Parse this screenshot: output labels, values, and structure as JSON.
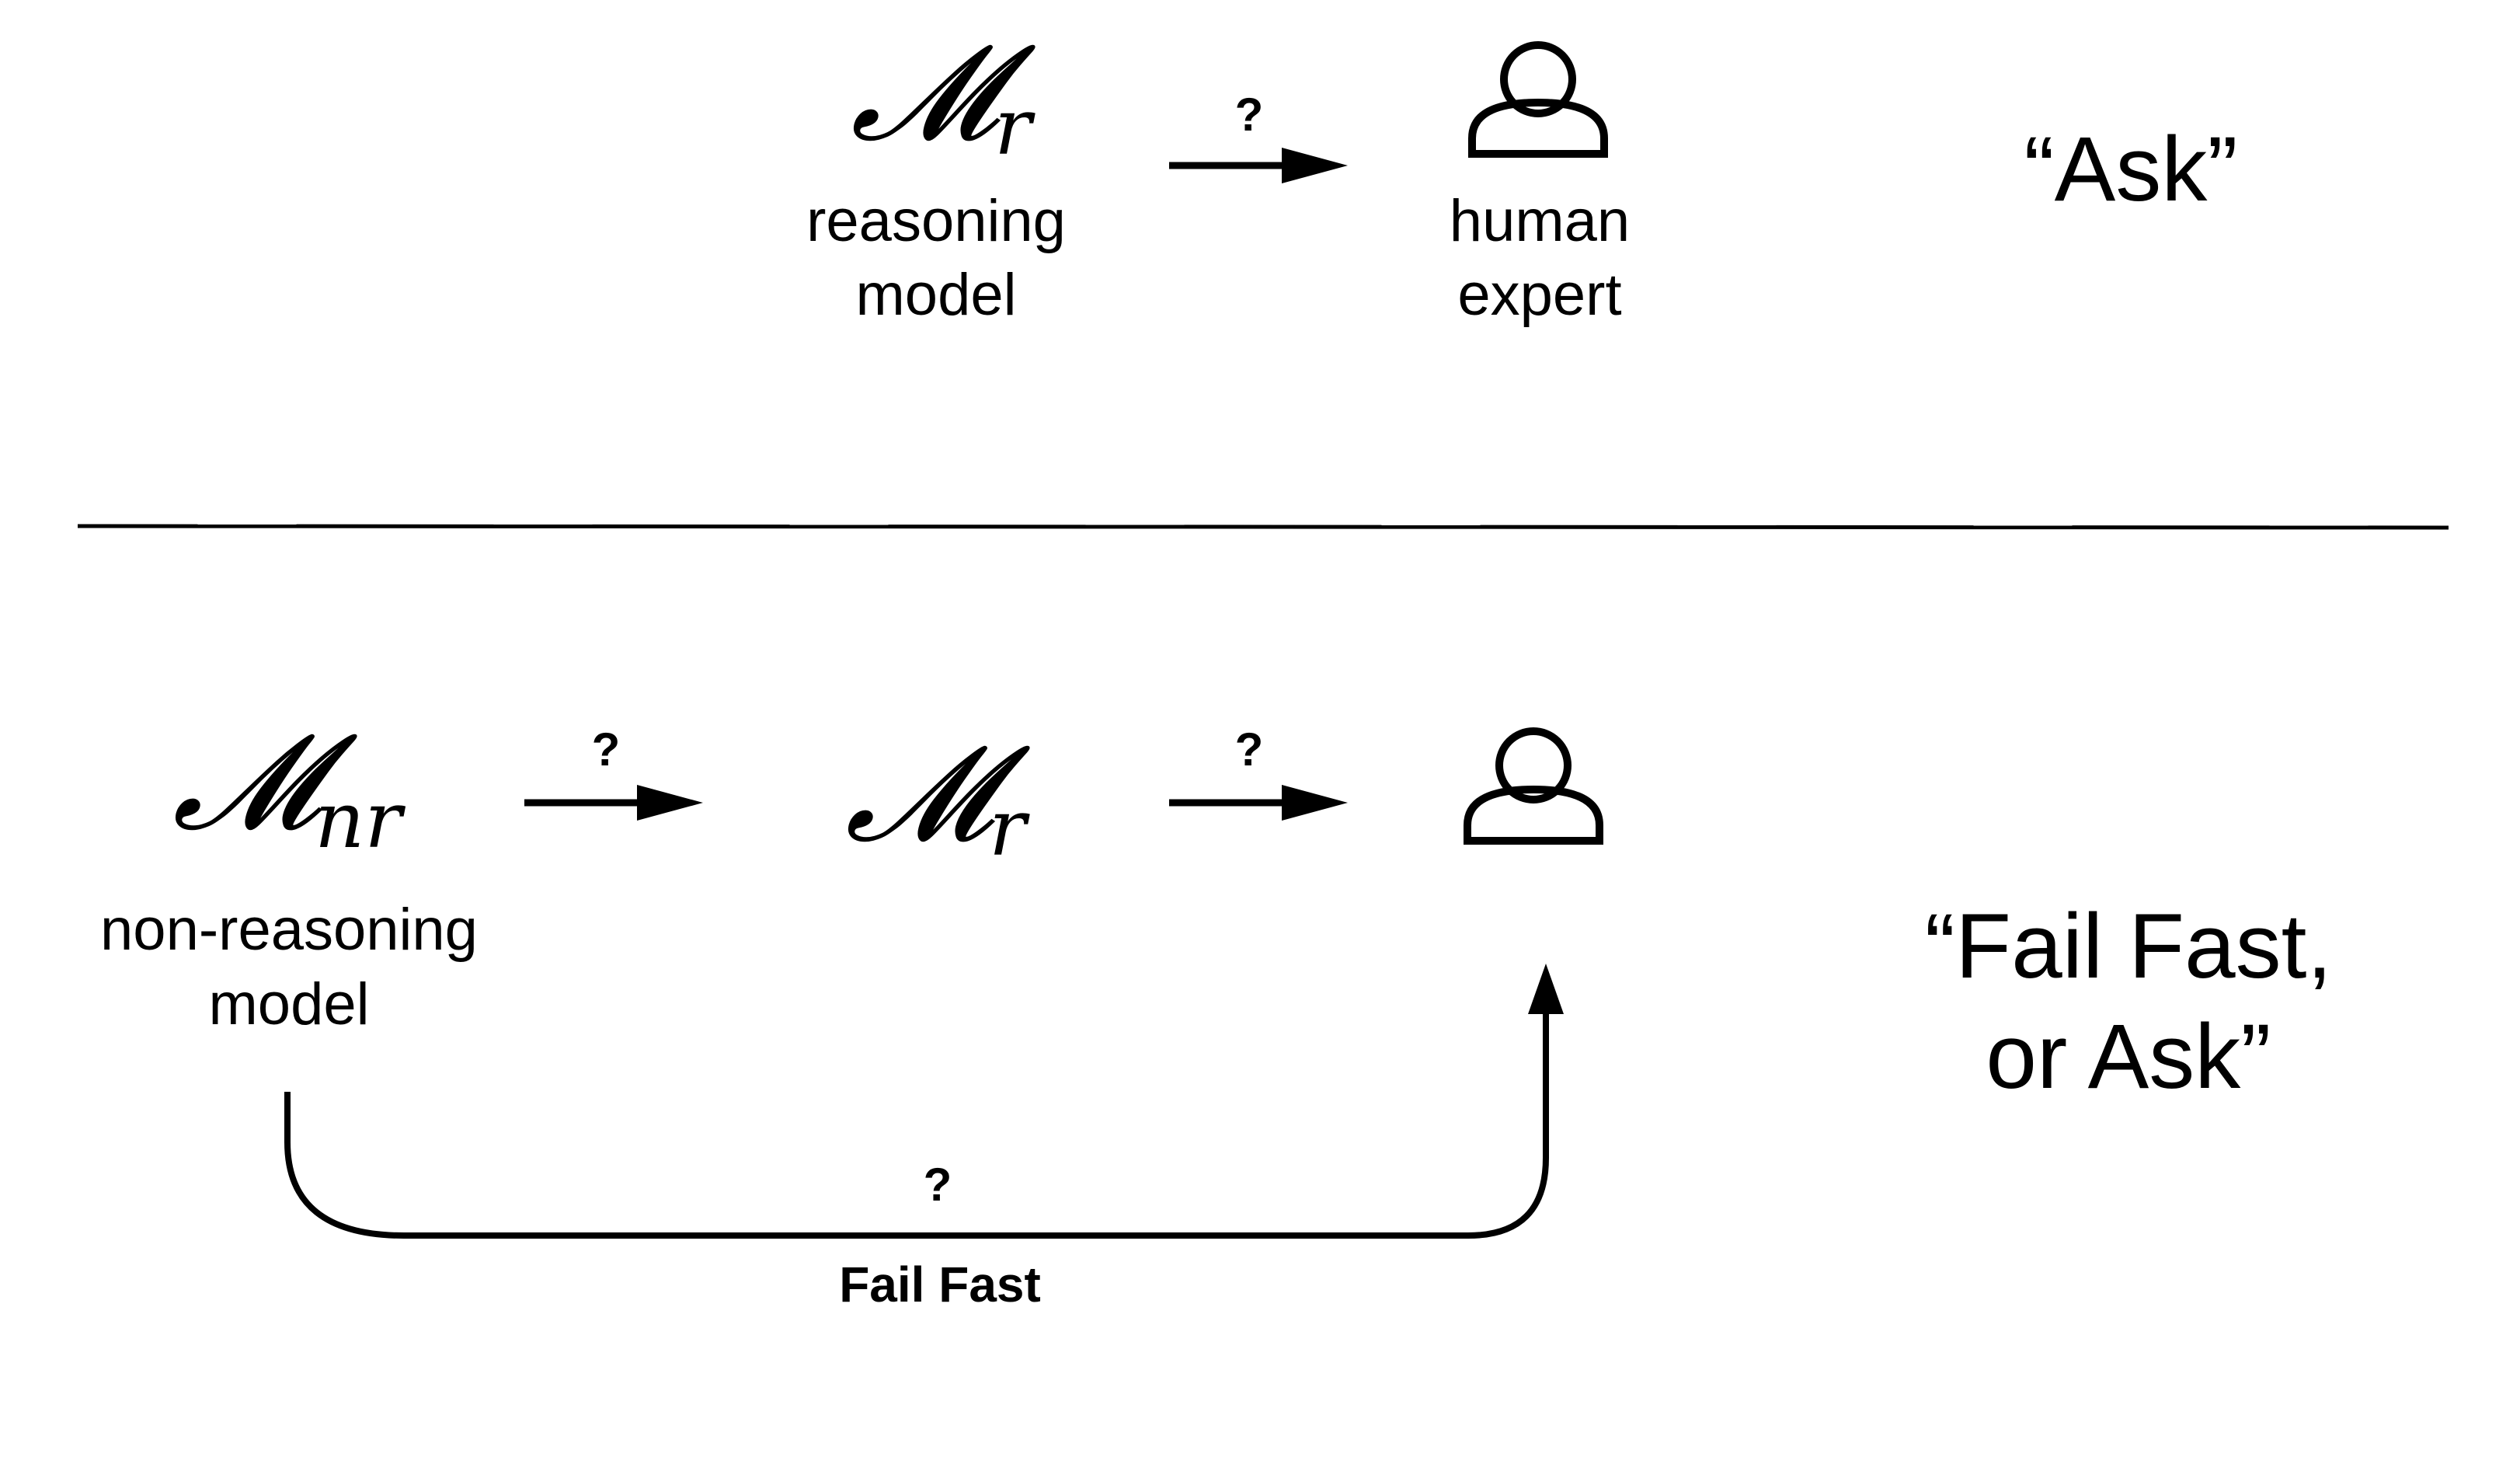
{
  "top_row": {
    "model_symbol": "𝓜",
    "model_subscript": "r",
    "model_label_line1": "reasoning",
    "model_label_line2": "model",
    "arrow_question": "?",
    "human_label_line1": "human",
    "human_label_line2": "expert",
    "strategy_label": "“Ask”"
  },
  "bottom_row": {
    "nr_symbol": "𝓜",
    "nr_subscript": "nr",
    "nr_label_line1": "non-reasoning",
    "nr_label_line2": "model",
    "arrow1_question": "?",
    "r_symbol": "𝓜",
    "r_subscript": "r",
    "arrow2_question": "?",
    "bypass_question": "?",
    "bypass_label": "Fail Fast",
    "strategy_label_line1": "“Fail Fast,",
    "strategy_label_line2": "or Ask”"
  },
  "icons": {
    "human": "person-icon"
  },
  "colors": {
    "stroke": "#000000",
    "background": "#ffffff"
  }
}
